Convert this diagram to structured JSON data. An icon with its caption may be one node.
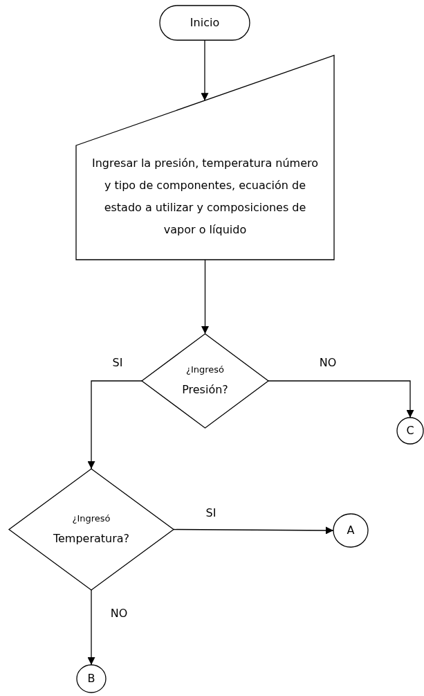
{
  "diagram": {
    "nodes": [
      {
        "text": [
          "Inicio"
        ]
      },
      {
        "text": [
          "Ingresar la presión, temperatura número y tipo de componentes, ecuación de estado a utilizar y composiciones de vapor o líquido"
        ]
      },
      {
        "text": [
          "¿Ingresó",
          "Presión?"
        ]
      },
      {
        "text": [
          "C"
        ]
      },
      {
        "text": [
          "¿Ingresó",
          "Temperatura?"
        ]
      },
      {
        "text": [
          "A"
        ]
      },
      {
        "text": [
          "B"
        ]
      }
    ],
    "edges": [
      {
        "from": 0,
        "to": 1,
        "arrow": "to"
      },
      {
        "from": 1,
        "to": 2,
        "arrow": "to"
      },
      {
        "from": 2,
        "to": 3,
        "arrow": "to",
        "label": "NO"
      },
      {
        "from": 2,
        "to": 4,
        "arrow": "to",
        "label": "SI"
      },
      {
        "from": 4,
        "to": 5,
        "arrow": "to",
        "label": "SI"
      },
      {
        "from": 4,
        "to": 6,
        "arrow": "to",
        "label": "NO"
      }
    ]
  }
}
